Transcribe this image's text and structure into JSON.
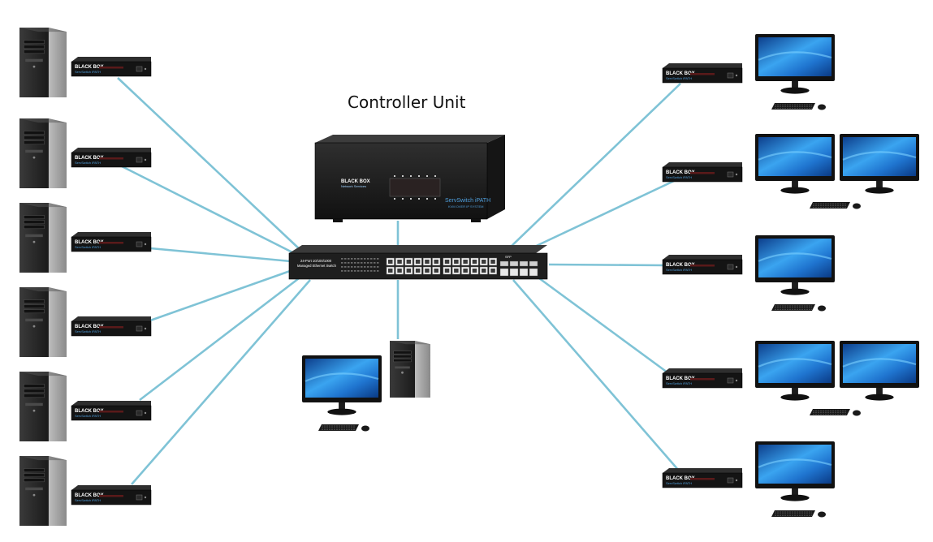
{
  "diagram": {
    "title": "Controller Unit",
    "controller": {
      "brand": "BLACK BOX",
      "brand_sub": "Network Services",
      "product": "ServSwitch iPATH",
      "product_sub": "KVM OVER IP SYSTEM"
    },
    "switch": {
      "label_line1": "24-Port 10/100/1000",
      "label_line2": "Managed Ethernet Switch",
      "sfp_label": "SFP"
    },
    "extender": {
      "brand": "BLACK BOX",
      "product": "ServSwitch iPATH"
    },
    "left_nodes": [
      "computer",
      "computer",
      "computer",
      "computer",
      "computer",
      "computer"
    ],
    "right_nodes": [
      "single-monitor",
      "dual-monitor",
      "single-monitor",
      "dual-monitor",
      "single-monitor"
    ],
    "colors": {
      "cable": "#7fc3d6",
      "device": "#1c1c1c",
      "screen": "#1f6fc4",
      "tower": "#2a2a2a"
    }
  }
}
